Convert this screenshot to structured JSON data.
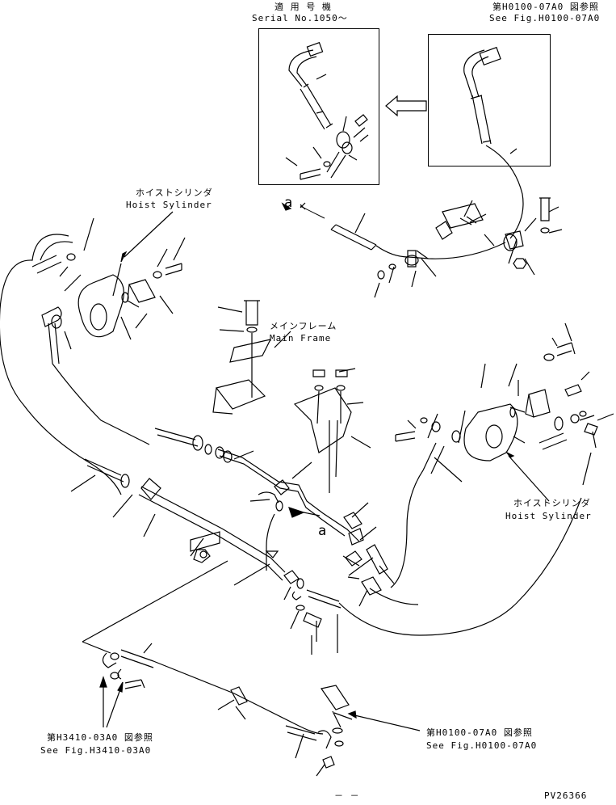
{
  "inset": {
    "applicable_jp": "適 用 号 機",
    "serial": "Serial No.1050～"
  },
  "ref_top": {
    "jp": "第H0100-07A0 図参照",
    "en": "See Fig.H0100-07A0"
  },
  "hoist_left": {
    "jp": "ホイストシリンダ",
    "en": "Hoist Sylinder"
  },
  "main_frame": {
    "jp": "メインフレーム",
    "en": "Main Frame"
  },
  "hoist_right": {
    "jp": "ホイストシリンダ",
    "en": "Hoist Sylinder"
  },
  "ref_bottom_right": {
    "jp": "第H0100-07A0 図参照",
    "en": "See Fig.H0100-07A0"
  },
  "ref_bottom_left": {
    "jp": "第H3410-03A0 図参照",
    "en": "See Fig.H3410-03A0"
  },
  "marker_a_top": "a",
  "marker_a_mid": "a",
  "footer_dash": "－ －",
  "drawing_no": "PV26366"
}
